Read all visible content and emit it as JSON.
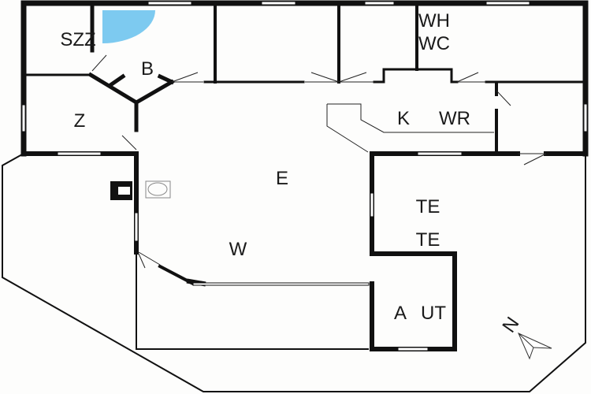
{
  "plan": {
    "colors": {
      "wall": "#111111",
      "shower": "#7dcaf0",
      "background": "#fdfdfc"
    },
    "rooms": {
      "szz": "SZZ",
      "b": "B",
      "z": "Z",
      "e": "E",
      "w": "W",
      "wh": "WH",
      "wc": "WC",
      "k": "K",
      "wr": "WR",
      "te1": "TE",
      "te2": "TE",
      "a": "A",
      "ut": "UT"
    },
    "compass": {
      "label": "N",
      "icon": "north-arrow-icon"
    }
  }
}
